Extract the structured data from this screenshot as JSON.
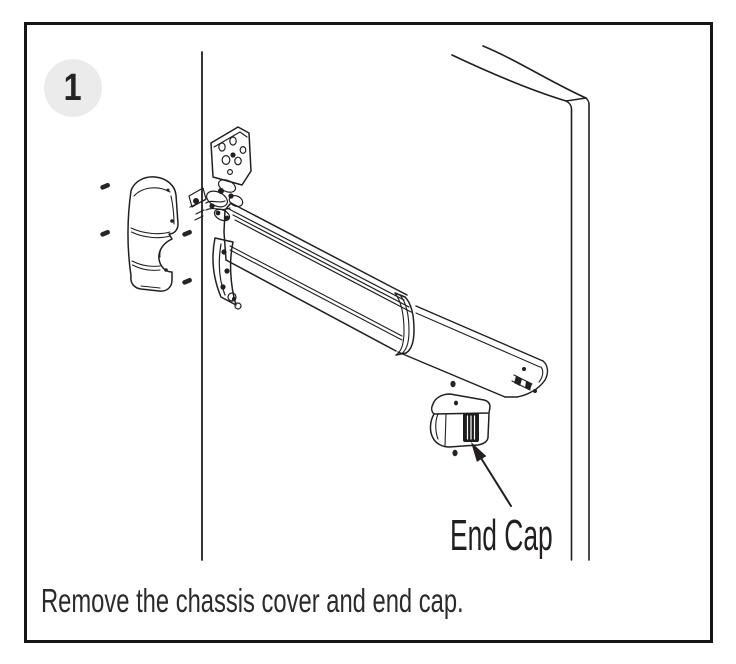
{
  "panel": {
    "step_number": "1",
    "caption": "Remove the chassis cover and end cap.",
    "figure": {
      "end_cap_label": "End Cap"
    },
    "colors": {
      "line": "#231f20",
      "frame_border": "#161616",
      "badge_background": "#ebebeb",
      "badge_text": "#232323",
      "background": "#ffffff"
    }
  }
}
